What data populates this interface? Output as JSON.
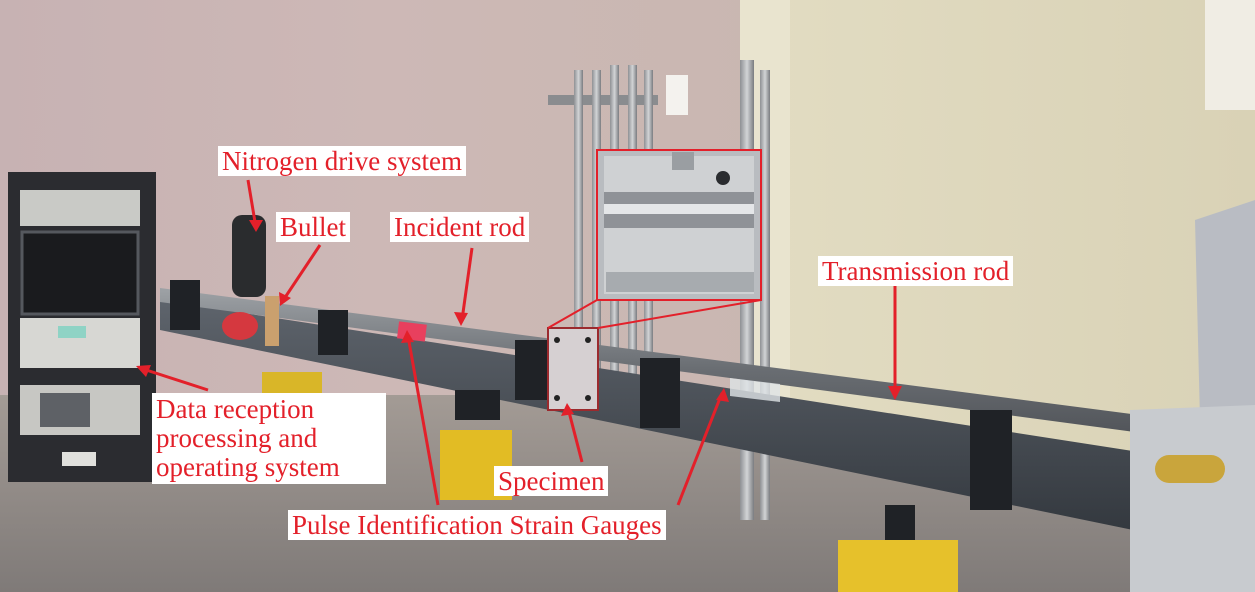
{
  "image": {
    "description_free": true,
    "colors": {
      "annotation": "#e3202a",
      "label_background": "#ffffff",
      "wall_left": "#cbb6b4",
      "wall_right": "#ddd6ba",
      "floor": "#8f8a86",
      "rack": "#2b2c30",
      "rod": "#7a7d80",
      "beam": "#4a5058",
      "stand_yellow": "#e7c12a"
    }
  },
  "annotations": {
    "nitrogen": "Nitrogen drive system",
    "bullet": "Bullet",
    "incident_rod": "Incident rod",
    "transmission_rod": "Transmission rod",
    "data_system": "Data reception processing and operating system",
    "specimen": "Specimen",
    "strain_gauges": "Pulse Identification Strain Gauges"
  },
  "signage": {
    "small_green_sign": ""
  }
}
